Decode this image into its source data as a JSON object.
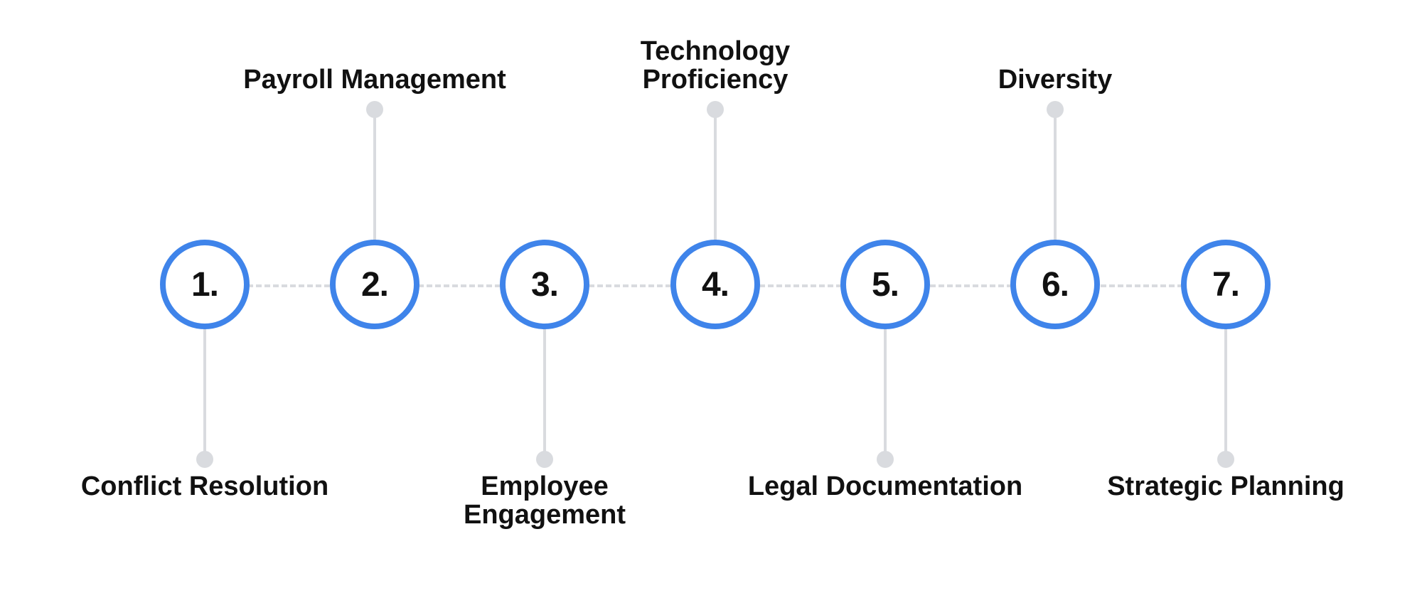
{
  "colors": {
    "accent": "#3f84ea",
    "connector": "#d9dbdf",
    "text": "#111111",
    "background": "#ffffff"
  },
  "steps": [
    {
      "number": "1.",
      "label": "Conflict Resolution",
      "side": "below"
    },
    {
      "number": "2.",
      "label": "Payroll Management",
      "side": "above"
    },
    {
      "number": "3.",
      "label": "Employee\nEngagement",
      "side": "below"
    },
    {
      "number": "4.",
      "label": "Technology\nProficiency",
      "side": "above"
    },
    {
      "number": "5.",
      "label": "Legal Documentation",
      "side": "below"
    },
    {
      "number": "6.",
      "label": "Diversity",
      "side": "above"
    },
    {
      "number": "7.",
      "label": "Strategic Planning",
      "side": "below"
    }
  ]
}
